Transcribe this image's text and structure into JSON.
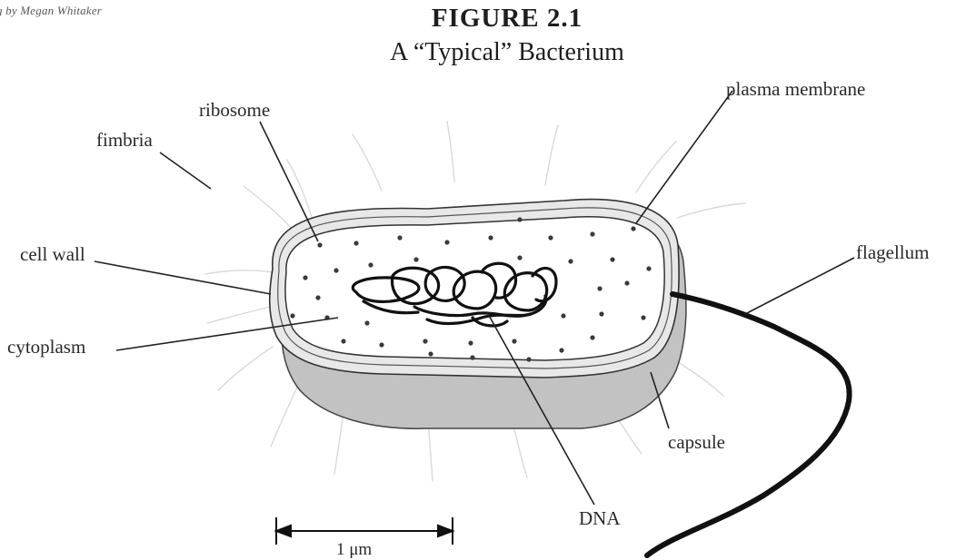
{
  "credit": "g by Megan Whitaker",
  "figure": {
    "title": "FIGURE 2.1",
    "subtitle": "A “Typical” Bacterium"
  },
  "labels": {
    "ribosome": "ribosome",
    "fimbria": "fimbria",
    "plasma_membrane": "plasma membrane",
    "cell_wall": "cell wall",
    "flagellum": "flagellum",
    "cytoplasm": "cytoplasm",
    "capsule": "capsule",
    "dna": "DNA"
  },
  "scale_bar": {
    "label": "1 μm"
  },
  "colors": {
    "ink": "#1e1e1e",
    "capsule_fill": "#c2c2c2",
    "wall_fill": "#e8e8e8",
    "fimbria_stroke": "#d9d9d9"
  }
}
